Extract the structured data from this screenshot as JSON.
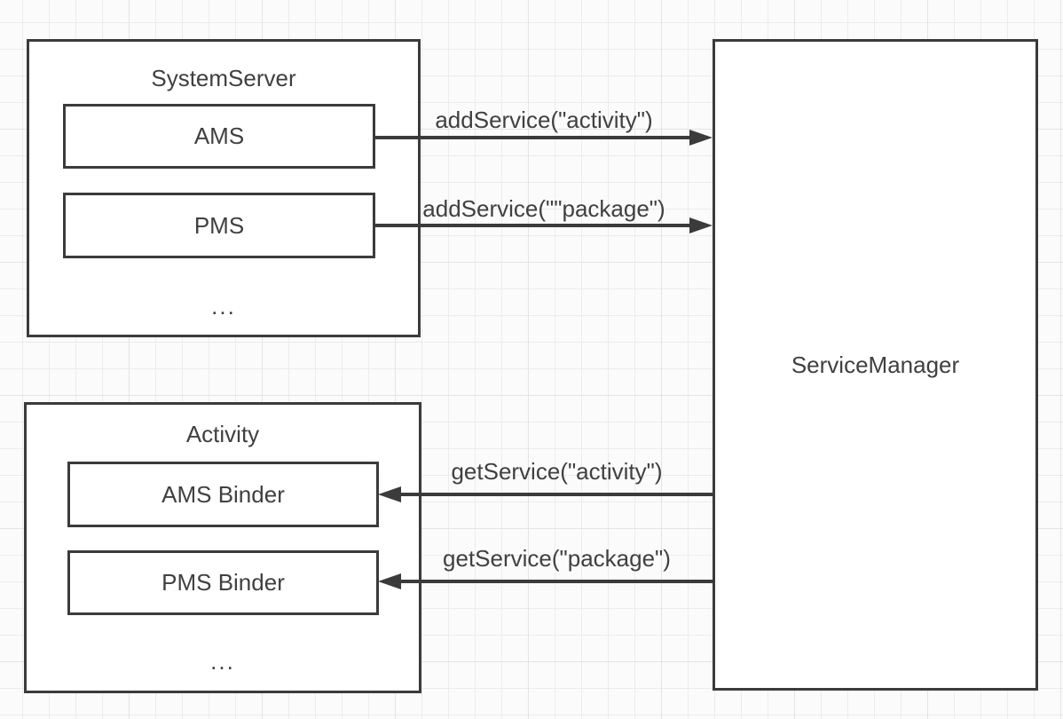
{
  "colors": {
    "stroke": "#3b3b3b",
    "text": "#404040",
    "background": "#fbfbfb",
    "grid_line": "#ececee",
    "grid_line_major": "#e4e4e6",
    "node_fill": "#ffffff"
  },
  "nodes": {
    "systemServer": {
      "title": "SystemServer",
      "items": [
        "AMS",
        "PMS"
      ],
      "more": "..."
    },
    "activity": {
      "title": "Activity",
      "items": [
        "AMS Binder",
        "PMS Binder"
      ],
      "more": "..."
    },
    "serviceManager": {
      "title": "ServiceManager"
    }
  },
  "arrows": [
    {
      "label": "addService(\"activity\")",
      "from": "AMS",
      "to": "ServiceManager",
      "direction": "right"
    },
    {
      "label": "addService(\"\"package\")",
      "from": "PMS",
      "to": "ServiceManager",
      "direction": "right"
    },
    {
      "label": "getService(\"activity\")",
      "from": "ServiceManager",
      "to": "AMS Binder",
      "direction": "left"
    },
    {
      "label": "getService(\"package\")",
      "from": "ServiceManager",
      "to": "PMS Binder",
      "direction": "left"
    }
  ]
}
